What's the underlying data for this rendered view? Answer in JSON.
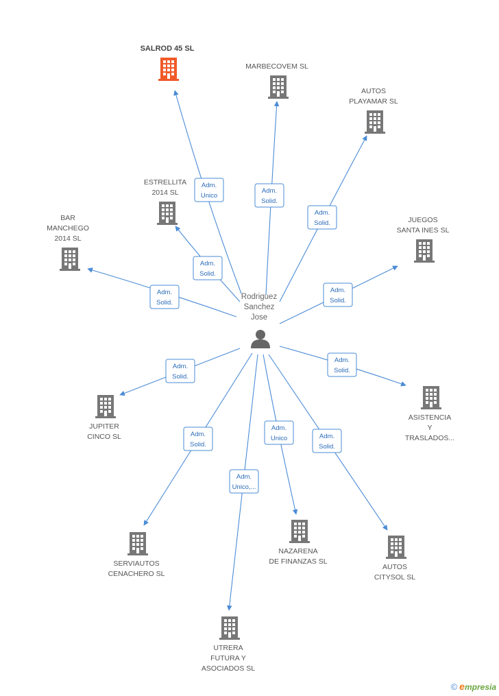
{
  "person": {
    "name_lines": [
      "Rodriguez",
      "Sanchez",
      "Jose"
    ],
    "icon": "person-icon"
  },
  "companies": [
    {
      "id": "salrod",
      "lines": [
        "SALROD 45 SL"
      ],
      "highlight": true,
      "role": [
        "Adm.",
        "Unico"
      ],
      "icon": "building-icon"
    },
    {
      "id": "marbecovem",
      "lines": [
        "MARBECOVEM SL"
      ],
      "highlight": false,
      "role": [
        "Adm.",
        "Solid."
      ],
      "icon": "building-icon"
    },
    {
      "id": "autos-playamar",
      "lines": [
        "AUTOS",
        "PLAYAMAR SL"
      ],
      "highlight": false,
      "role": [
        "Adm.",
        "Solid."
      ],
      "icon": "building-icon"
    },
    {
      "id": "estrellita",
      "lines": [
        "ESTRELLITA",
        "2014 SL"
      ],
      "highlight": false,
      "role": [
        "Adm.",
        "Solid."
      ],
      "icon": "building-icon"
    },
    {
      "id": "bar-manchego",
      "lines": [
        "BAR",
        "MANCHEGO",
        "2014 SL"
      ],
      "highlight": false,
      "role": [
        "Adm.",
        "Solid."
      ],
      "icon": "building-icon"
    },
    {
      "id": "juegos-santa-ines",
      "lines": [
        "JUEGOS",
        "SANTA INES SL"
      ],
      "highlight": false,
      "role": [
        "Adm.",
        "Solid."
      ],
      "icon": "building-icon"
    },
    {
      "id": "asistencia",
      "lines": [
        "ASISTENCIA",
        "Y",
        "TRASLADOS..."
      ],
      "highlight": false,
      "role": [
        "Adm.",
        "Solid."
      ],
      "icon": "building-icon"
    },
    {
      "id": "jupiter",
      "lines": [
        "JUPITER",
        "CINCO SL"
      ],
      "highlight": false,
      "role": [
        "Adm.",
        "Solid."
      ],
      "icon": "building-icon"
    },
    {
      "id": "serviautos",
      "lines": [
        "SERVIAUTOS",
        "CENACHERO SL"
      ],
      "highlight": false,
      "role": [
        "Adm.",
        "Solid."
      ],
      "icon": "building-icon"
    },
    {
      "id": "utrera",
      "lines": [
        "UTRERA",
        "FUTURA Y",
        "ASOCIADOS SL"
      ],
      "highlight": false,
      "role": [
        "Adm.",
        "Unico,..."
      ],
      "icon": "building-icon"
    },
    {
      "id": "nazarena",
      "lines": [
        "NAZARENA",
        "DE FINANZAS SL"
      ],
      "highlight": false,
      "role": [
        "Adm.",
        "Unico"
      ],
      "icon": "building-icon"
    },
    {
      "id": "autos-citysol",
      "lines": [
        "AUTOS",
        "CITYSOL SL"
      ],
      "highlight": false,
      "role": [
        "Adm.",
        "Solid."
      ],
      "icon": "building-icon"
    }
  ],
  "colors": {
    "edge": "#4a8bd6",
    "building": "#777777",
    "building_highlight": "#f05a28",
    "person": "#666666"
  },
  "footer": {
    "copyright": "©",
    "brand_initial": "e",
    "brand_rest": "mpresia"
  }
}
